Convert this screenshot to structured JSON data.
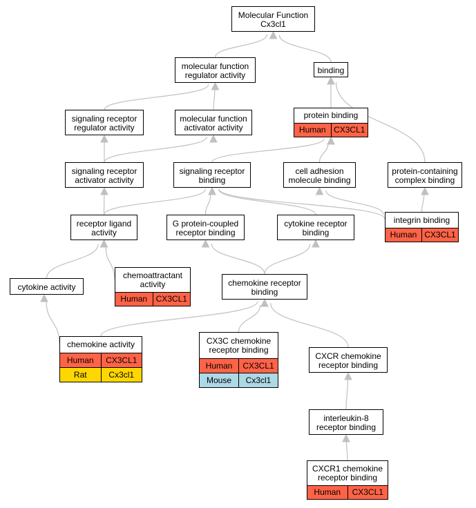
{
  "colors": {
    "human": "#ff6347",
    "rat": "#ffd700",
    "mouse": "#add8e6",
    "edge": "#c0c0c0"
  },
  "nodes": {
    "mf_root": {
      "label": "Molecular Function\nCx3cl1"
    },
    "mf_regulator": {
      "label": "molecular function\nregulator activity"
    },
    "binding": {
      "label": "binding"
    },
    "sig_rec_regulator": {
      "label": "signaling receptor\nregulator activity"
    },
    "mf_activator": {
      "label": "molecular function\nactivator activity"
    },
    "protein_binding": {
      "label": "protein binding",
      "annotations": [
        {
          "species": "Human",
          "gene": "CX3CL1"
        }
      ]
    },
    "sig_rec_activator": {
      "label": "signaling receptor\nactivator activity"
    },
    "sig_rec_binding": {
      "label": "signaling receptor\nbinding"
    },
    "cell_adhesion": {
      "label": "cell adhesion\nmolecule binding"
    },
    "protein_complex": {
      "label": "protein-containing\ncomplex binding"
    },
    "receptor_ligand": {
      "label": "receptor ligand\nactivity"
    },
    "gpcr_binding": {
      "label": "G protein-coupled\nreceptor binding"
    },
    "cytokine_receptor": {
      "label": "cytokine receptor\nbinding"
    },
    "integrin_binding": {
      "label": "integrin binding",
      "annotations": [
        {
          "species": "Human",
          "gene": "CX3CL1"
        }
      ]
    },
    "chemoattractant": {
      "label": "chemoattractant\nactivity",
      "annotations": [
        {
          "species": "Human",
          "gene": "CX3CL1"
        }
      ]
    },
    "cytokine_activity": {
      "label": "cytokine activity"
    },
    "chemokine_receptor": {
      "label": "chemokine receptor\nbinding"
    },
    "chemokine_activity": {
      "label": "chemokine activity",
      "annotations": [
        {
          "species": "Human",
          "gene": "CX3CL1"
        },
        {
          "species": "Rat",
          "gene": "Cx3cl1"
        }
      ]
    },
    "cx3c_binding": {
      "label": "CX3C chemokine\nreceptor binding",
      "annotations": [
        {
          "species": "Human",
          "gene": "CX3CL1"
        },
        {
          "species": "Mouse",
          "gene": "Cx3cl1"
        }
      ]
    },
    "cxcr_binding": {
      "label": "CXCR chemokine\nreceptor binding"
    },
    "il8_binding": {
      "label": "interleukin-8\nreceptor binding"
    },
    "cxcr1_binding": {
      "label": "CXCR1 chemokine\nreceptor binding",
      "annotations": [
        {
          "species": "Human",
          "gene": "CX3CL1"
        }
      ]
    }
  },
  "edges": [
    [
      "mf_regulator",
      "mf_root"
    ],
    [
      "binding",
      "mf_root"
    ],
    [
      "sig_rec_regulator",
      "mf_regulator"
    ],
    [
      "mf_activator",
      "mf_regulator"
    ],
    [
      "protein_binding",
      "binding"
    ],
    [
      "protein_complex",
      "binding"
    ],
    [
      "sig_rec_activator",
      "sig_rec_regulator"
    ],
    [
      "sig_rec_activator",
      "mf_activator"
    ],
    [
      "sig_rec_binding",
      "protein_binding"
    ],
    [
      "cell_adhesion",
      "protein_binding"
    ],
    [
      "receptor_ligand",
      "sig_rec_activator"
    ],
    [
      "receptor_ligand",
      "sig_rec_binding"
    ],
    [
      "gpcr_binding",
      "sig_rec_binding"
    ],
    [
      "cytokine_receptor",
      "sig_rec_binding"
    ],
    [
      "integrin_binding",
      "sig_rec_binding"
    ],
    [
      "integrin_binding",
      "cell_adhesion"
    ],
    [
      "integrin_binding",
      "protein_complex"
    ],
    [
      "cytokine_activity",
      "receptor_ligand"
    ],
    [
      "chemoattractant",
      "receptor_ligand"
    ],
    [
      "chemokine_receptor",
      "gpcr_binding"
    ],
    [
      "chemokine_receptor",
      "cytokine_receptor"
    ],
    [
      "chemokine_activity",
      "cytokine_activity"
    ],
    [
      "chemokine_activity",
      "chemokine_receptor"
    ],
    [
      "cx3c_binding",
      "chemokine_receptor"
    ],
    [
      "cxcr_binding",
      "chemokine_receptor"
    ],
    [
      "il8_binding",
      "cxcr_binding"
    ],
    [
      "cxcr1_binding",
      "il8_binding"
    ]
  ]
}
